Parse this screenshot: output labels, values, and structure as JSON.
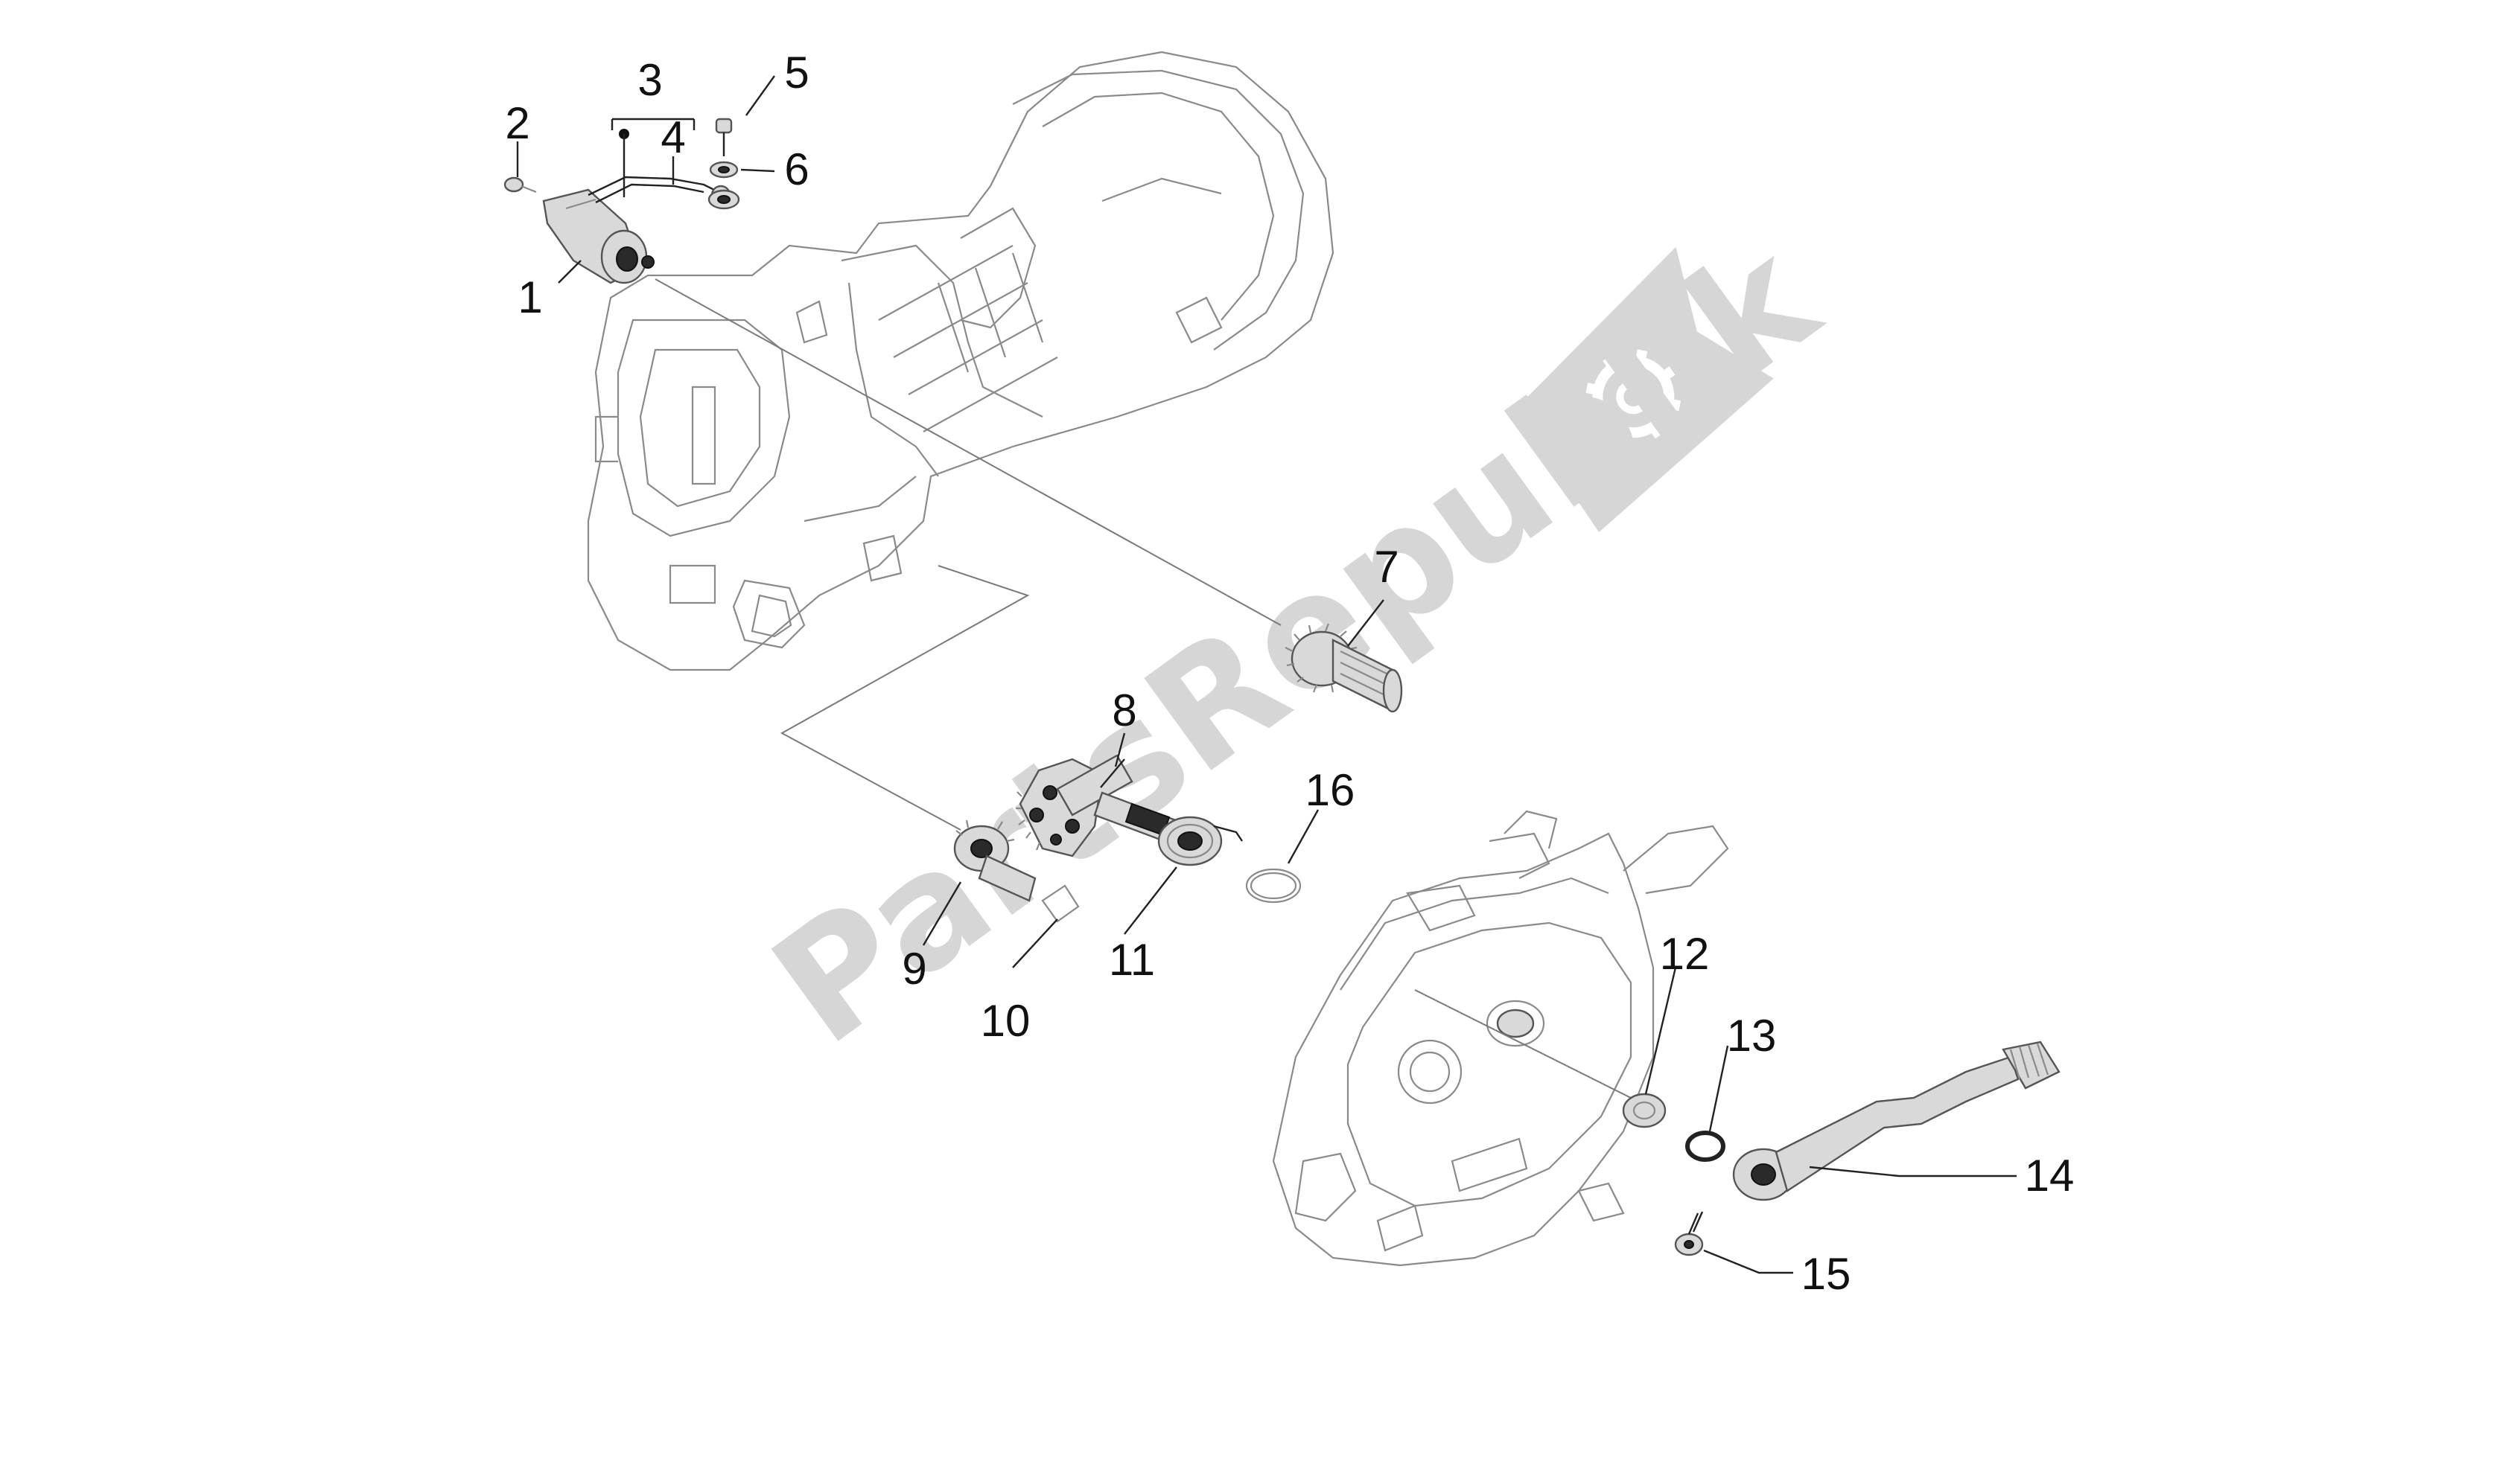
{
  "callouts": [
    "1",
    "2",
    "3",
    "4",
    "5",
    "6",
    "7",
    "8",
    "9",
    "10",
    "11",
    "12",
    "13",
    "14",
    "15",
    "16"
  ],
  "watermark": {
    "text": "PartsRepublik",
    "color": "#d6d6d6"
  },
  "colors": {
    "outline": "#8a8a8a",
    "ink": "#111111",
    "leader": "#222222"
  }
}
